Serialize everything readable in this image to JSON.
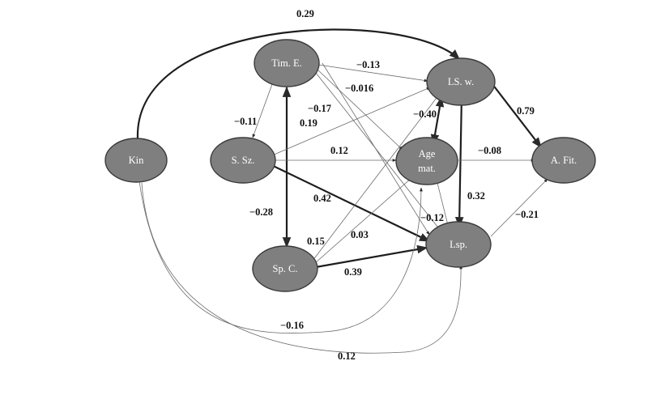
{
  "nodes": {
    "kin": "Kin",
    "tim_e": "Tim. E.",
    "s_sz": "S. Sz.",
    "sp_c": "Sp. C.",
    "ls_w": "LS. w.",
    "age_mat_1": "Age",
    "age_mat_2": "mat.",
    "lsp": "Lsp.",
    "a_fit": "A. Fit."
  },
  "coefficients": {
    "kin_lsw": "0.29",
    "time_lsw": "−0.13",
    "time_age": "−0.016",
    "time_ssz": "−0.11",
    "time_lsp": "−0.17",
    "ssz_lsw": "0.19",
    "ssz_age": "0.12",
    "ssz_lsp": "0.42",
    "time_spc": "−0.28",
    "lsw_age": "−0.40",
    "lsw_afit": "0.79",
    "age_afit": "−0.08",
    "lsw_lsp": "0.32",
    "age_lsp": "−0.12",
    "lsp_afit": "−0.21",
    "spc_lsw": "0.15",
    "spc_age": "0.03",
    "spc_lsp": "0.39",
    "kin_age": "−0.16",
    "kin_lsp": "0.12"
  }
}
